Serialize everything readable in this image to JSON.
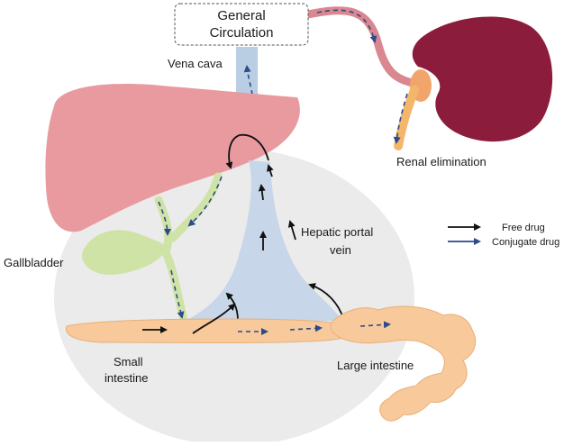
{
  "labels": {
    "circulation_line1": "General",
    "circulation_line2": "Circulation",
    "vena_cava": "Vena cava",
    "renal": "Renal elimination",
    "hepatic_line1": "Hepatic portal",
    "hepatic_line2": "vein",
    "gallbladder": "Gallbladder",
    "small_line1": "Small",
    "small_line2": "intestine",
    "large": "Large intestine"
  },
  "legend": [
    {
      "label": "Free drug",
      "color": "#111111"
    },
    {
      "label": "Conjugate drug",
      "color": "#2c4a8c"
    }
  ],
  "colors": {
    "liver": "#e89a9f",
    "kidney": "#8c1c3c",
    "ureter": "#f4b66a",
    "portal_vein": "#c7d6e8",
    "vena_cava": "#b9cde3",
    "gallbladder": "#cfe3a6",
    "intestine": "#f8c99a",
    "background_halo": "#ebebeb",
    "free_drug": "#111111",
    "conjugate_drug": "#2c4a8c"
  }
}
